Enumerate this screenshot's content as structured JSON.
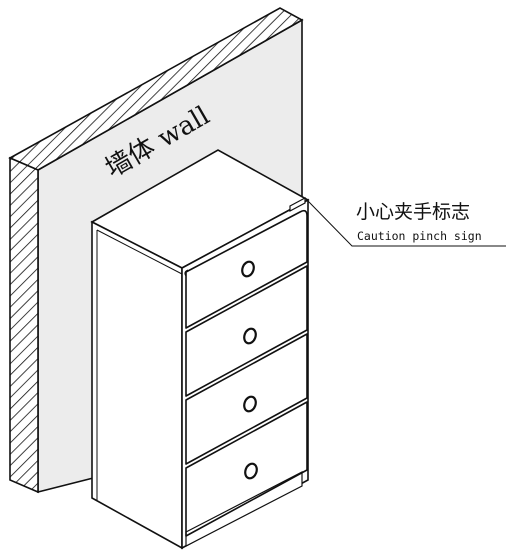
{
  "wall_label": "墙体 wall",
  "callout": {
    "chinese": "小心夹手标志",
    "english": "Caution pinch sign"
  },
  "colors": {
    "line": "#111111",
    "wall_face": "#ececec",
    "background": "#ffffff"
  },
  "drawers": [
    {
      "handle": "ring-handle-icon"
    },
    {
      "handle": "ring-handle-icon"
    },
    {
      "handle": "ring-handle-icon"
    },
    {
      "handle": "ring-handle-icon"
    }
  ]
}
